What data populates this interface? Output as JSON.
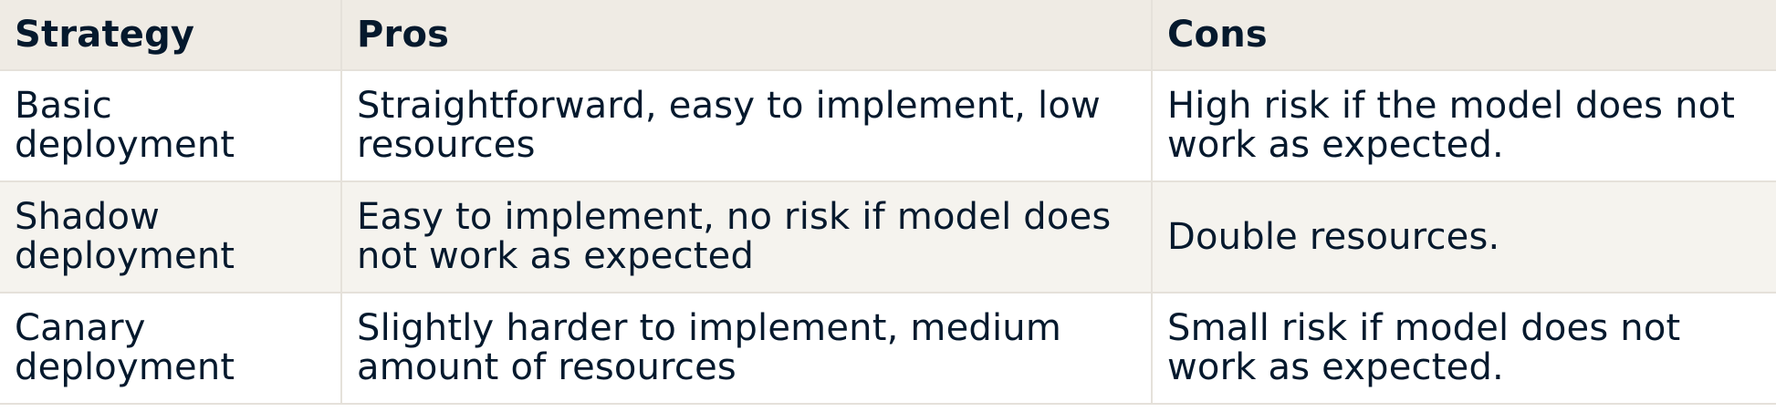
{
  "table": {
    "headers": [
      "Strategy",
      "Pros",
      "Cons"
    ],
    "rows": [
      {
        "strategy": "Basic deployment",
        "pros": "Straightforward, easy to implement, low resources",
        "cons": "High risk if the model does not work as expected."
      },
      {
        "strategy": "Shadow deployment",
        "pros": "Easy to implement, no risk if model does not work as expected",
        "cons": "Double resources."
      },
      {
        "strategy": "Canary deployment",
        "pros": "Slightly harder to implement, medium amount of resources",
        "cons": "Small risk if model does not work as expected."
      }
    ]
  },
  "colors": {
    "header_bg": "#efebe4",
    "alt_row_bg": "#f5f3ee",
    "text": "#05192d",
    "border": "#e5e1da"
  }
}
